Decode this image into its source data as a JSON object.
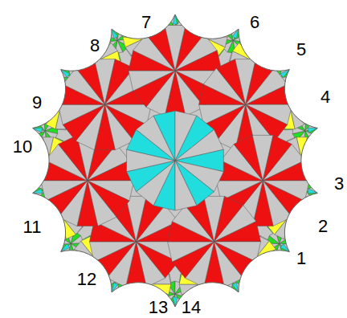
{
  "diagram": {
    "labels": [
      "1",
      "2",
      "3",
      "4",
      "5",
      "6",
      "7",
      "8",
      "9",
      "10",
      "11",
      "12",
      "13",
      "14"
    ]
  }
}
